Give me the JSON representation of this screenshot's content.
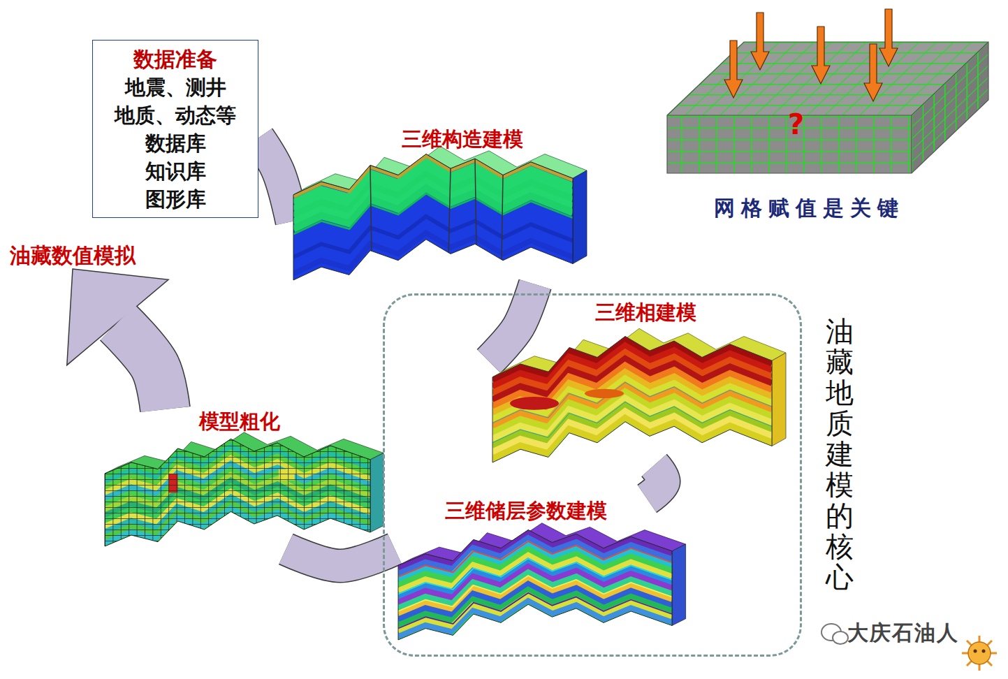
{
  "diagram": {
    "nodes": [
      {
        "text": [
          "数据准备",
          "地震、测井",
          "地质、动态等",
          "数据库",
          "知识库",
          "图形库"
        ]
      },
      {
        "text": [
          "三维构造建模"
        ]
      },
      {
        "text": [
          "油藏数值模拟"
        ]
      },
      {
        "text": [
          "油藏地质建模的核心"
        ]
      },
      {
        "text": [
          "三维相建模"
        ],
        "in": 3
      },
      {
        "text": [
          "模型粗化"
        ]
      },
      {
        "text": [
          "三维储层参数建模"
        ],
        "in": 3
      }
    ],
    "edges": [
      {
        "from": 0,
        "to": 1,
        "arrow": "none"
      },
      {
        "from": 1,
        "to": 4,
        "arrow": "none"
      },
      {
        "from": 4,
        "to": 6,
        "arrow": "none"
      },
      {
        "from": 6,
        "to": 5,
        "arrow": "none"
      },
      {
        "from": 5,
        "to": 2,
        "arrow": "to"
      }
    ],
    "labels": [
      "?",
      "网格赋值是关键",
      "大庆石油人"
    ]
  }
}
